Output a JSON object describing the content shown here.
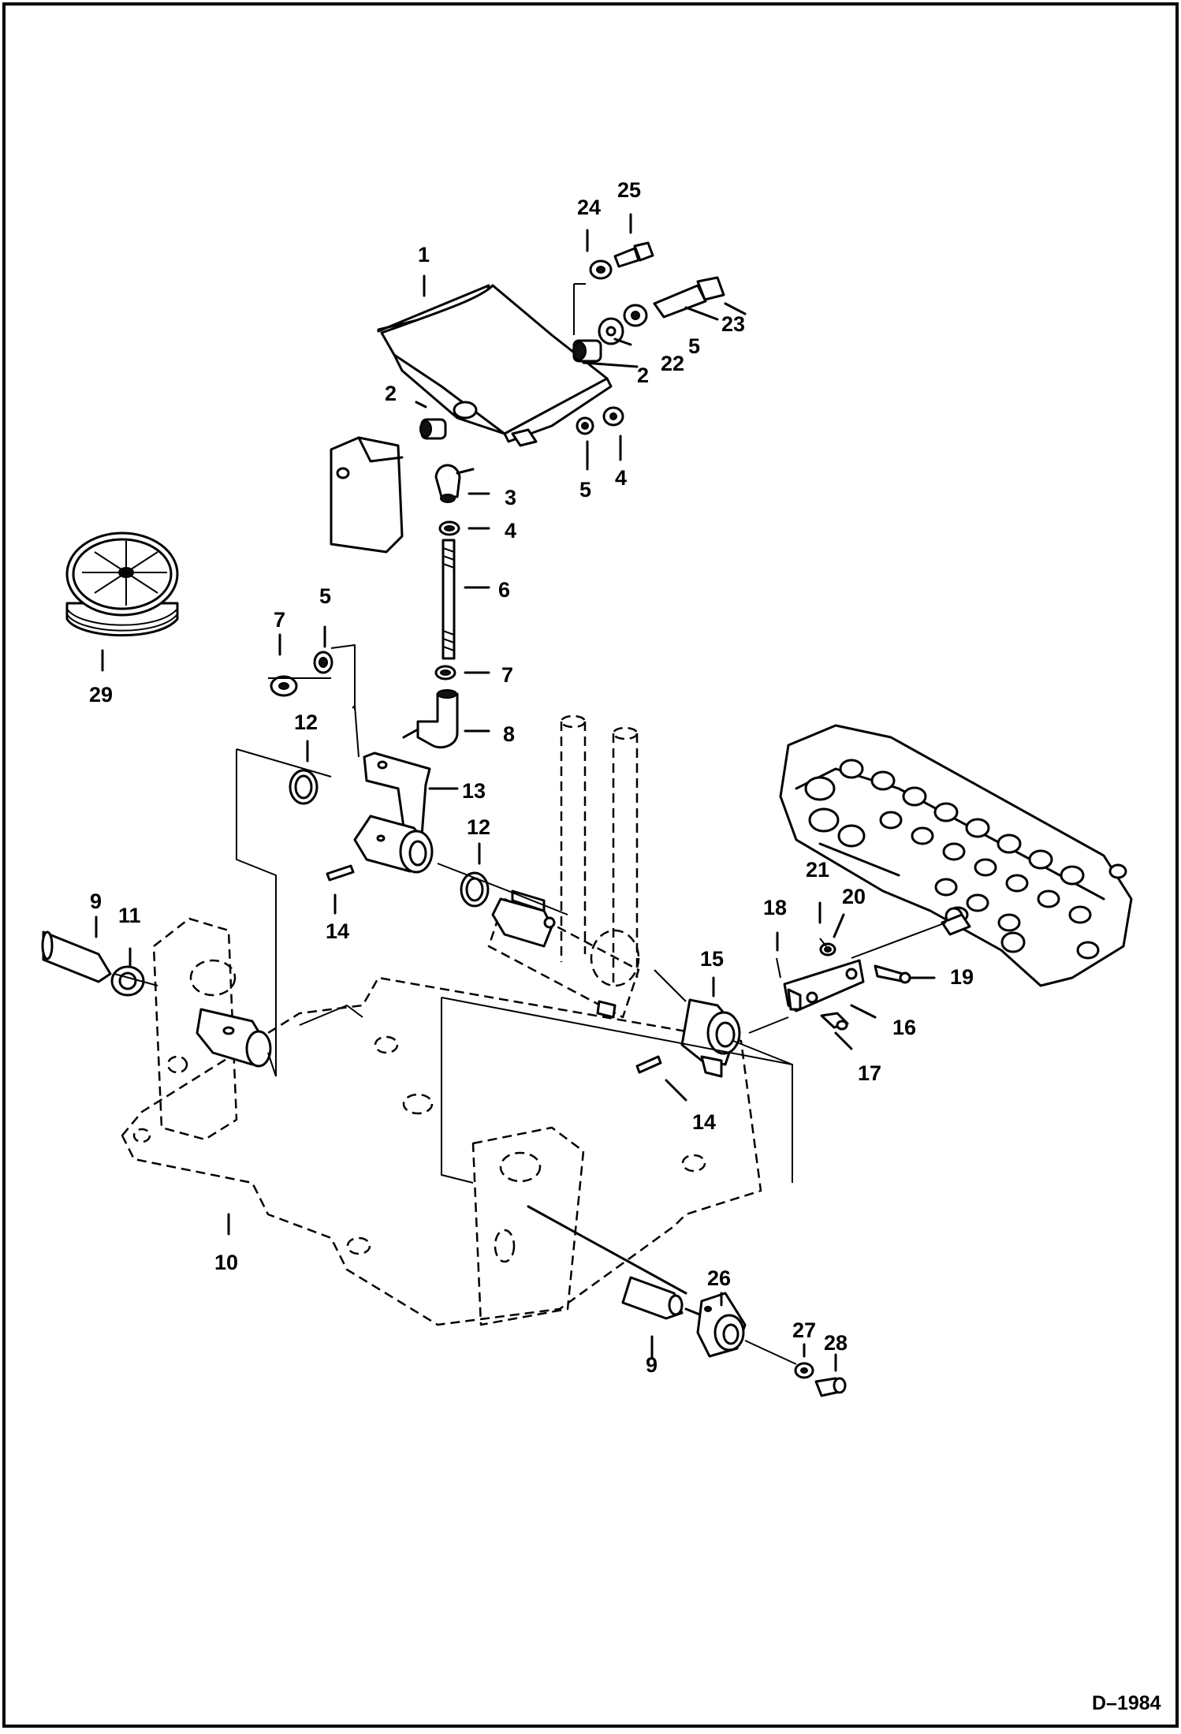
{
  "drawing_id": "D–1984",
  "callouts": [
    {
      "id": "c1",
      "text": "1"
    },
    {
      "id": "c2a",
      "text": "2"
    },
    {
      "id": "c2b",
      "text": "2"
    },
    {
      "id": "c3",
      "text": "3"
    },
    {
      "id": "c4a",
      "text": "4"
    },
    {
      "id": "c4b",
      "text": "4"
    },
    {
      "id": "c5a",
      "text": "5"
    },
    {
      "id": "c5b",
      "text": "5"
    },
    {
      "id": "c5c",
      "text": "5"
    },
    {
      "id": "c6",
      "text": "6"
    },
    {
      "id": "c7a",
      "text": "7"
    },
    {
      "id": "c7b",
      "text": "7"
    },
    {
      "id": "c8",
      "text": "8"
    },
    {
      "id": "c9a",
      "text": "9"
    },
    {
      "id": "c9b",
      "text": "9"
    },
    {
      "id": "c10",
      "text": "10"
    },
    {
      "id": "c11",
      "text": "11"
    },
    {
      "id": "c12a",
      "text": "12"
    },
    {
      "id": "c12b",
      "text": "12"
    },
    {
      "id": "c13",
      "text": "13"
    },
    {
      "id": "c14a",
      "text": "14"
    },
    {
      "id": "c14b",
      "text": "14"
    },
    {
      "id": "c15",
      "text": "15"
    },
    {
      "id": "c16",
      "text": "16"
    },
    {
      "id": "c17",
      "text": "17"
    },
    {
      "id": "c18",
      "text": "18"
    },
    {
      "id": "c19",
      "text": "19"
    },
    {
      "id": "c20",
      "text": "20"
    },
    {
      "id": "c21",
      "text": "21"
    },
    {
      "id": "c22",
      "text": "22"
    },
    {
      "id": "c23",
      "text": "23"
    },
    {
      "id": "c24",
      "text": "24"
    },
    {
      "id": "c25",
      "text": "25"
    },
    {
      "id": "c26",
      "text": "26"
    },
    {
      "id": "c27",
      "text": "27"
    },
    {
      "id": "c28",
      "text": "28"
    },
    {
      "id": "c29",
      "text": "29"
    }
  ]
}
